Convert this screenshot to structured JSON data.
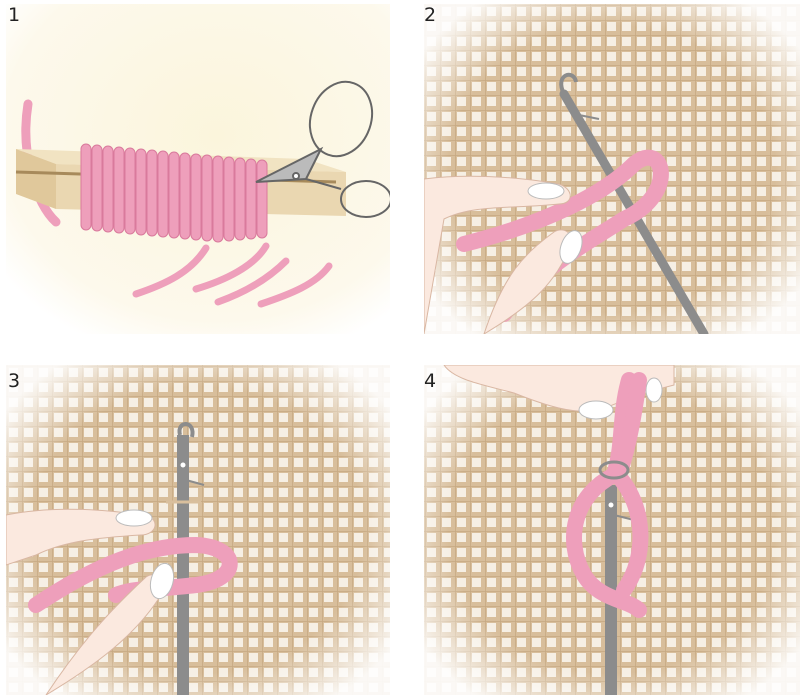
{
  "steps": [
    {
      "number": "1",
      "illustration": "cut-yarn-around-wooden-board"
    },
    {
      "number": "2",
      "illustration": "insert-latch-hook-fold-yarn"
    },
    {
      "number": "3",
      "illustration": "loop-yarn-around-hook-shaft"
    },
    {
      "number": "4",
      "illustration": "pull-yarn-ends-through-loop"
    }
  ],
  "colors": {
    "yarn": "#ee9fbb",
    "yarn_shadow": "#d97a9c",
    "canvas_thread": "#d9bf9d",
    "canvas_hole": "#f7f0e6",
    "hook": "#8c8c8c",
    "skin": "#fbe9df",
    "nail": "#ffffff",
    "board": "#e6d3ad"
  }
}
